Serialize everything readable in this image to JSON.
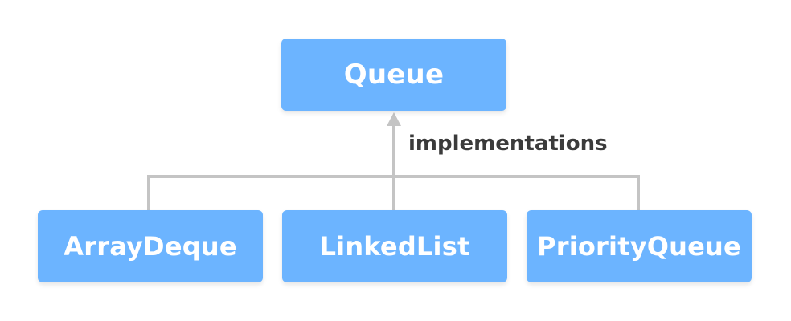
{
  "colors": {
    "box": "#6cb4ff",
    "connector": "#c4c4c4",
    "text": "#ffffff",
    "label": "#3b3b3b"
  },
  "parent": {
    "label": "Queue"
  },
  "relationship": {
    "label": "implementations"
  },
  "children": [
    {
      "label": "ArrayDeque"
    },
    {
      "label": "LinkedList"
    },
    {
      "label": "PriorityQueue"
    }
  ]
}
